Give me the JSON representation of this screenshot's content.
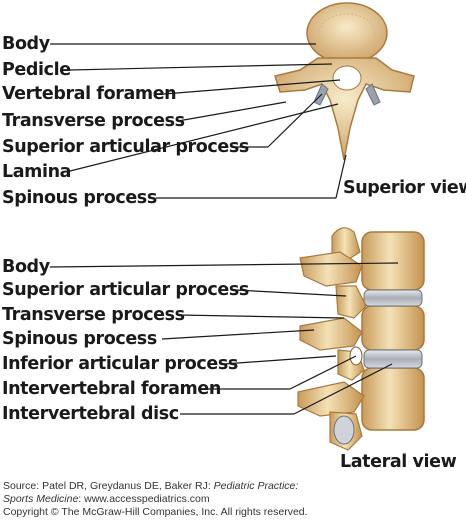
{
  "superior_labels": [
    "Body",
    "Pedicle",
    "Vertebral foramen",
    "Transverse process",
    "Superior articular process",
    "Lamina",
    "Spinous process"
  ],
  "superior_view_label": "Superior view",
  "lateral_labels": [
    "Body",
    "Superior articular process",
    "Transverse process",
    "Spinous process",
    "Inferior articular process",
    "Intervertebral foramen",
    "Intervertebral disc"
  ],
  "lateral_view_label": "Lateral view",
  "footer": {
    "source_prefix": "Source: Patel DR, Greydanus DE, Baker RJ: ",
    "source_title": "Pediatric Practice: Sports Medicine",
    "source_url": ": www.accesspediatrics.com",
    "copyright": "Copyright © The McGraw-Hill Companies, Inc. All rights reserved."
  },
  "colors": {
    "bone": "#ecd9a8",
    "bone_shadow": "#b8894a",
    "disc": "#b8bcc4",
    "line": "#1a1a1a"
  }
}
